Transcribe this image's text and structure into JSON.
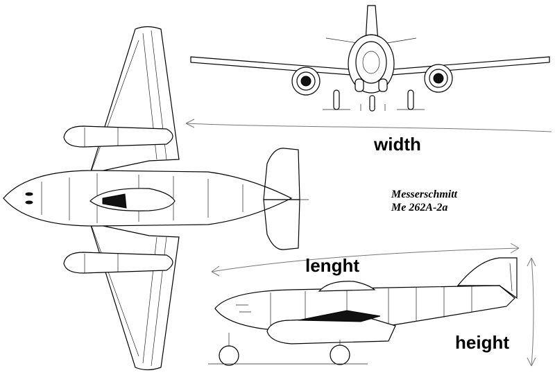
{
  "labels": {
    "width": "width",
    "length": "lenght",
    "height": "height"
  },
  "aircraft": {
    "line1": "Messerschmitt",
    "line2": "Me 262A-2a"
  }
}
